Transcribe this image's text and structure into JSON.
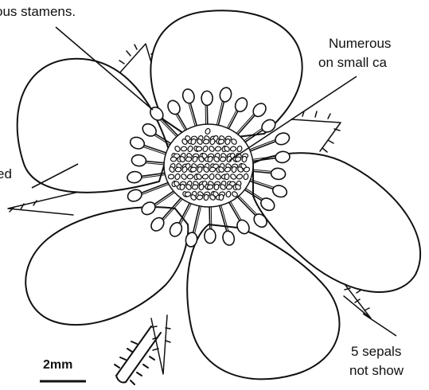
{
  "labels": {
    "stamens": "ous stamens.",
    "pistils_line1": "Numerous",
    "pistils_line2": "on small ca",
    "petals": "ed",
    "sepals_line1": "5 sepals",
    "sepals_line2": "not show"
  },
  "scale_bar": {
    "label": "2mm"
  },
  "colors": {
    "ink": "#111111",
    "background": "#ffffff"
  }
}
